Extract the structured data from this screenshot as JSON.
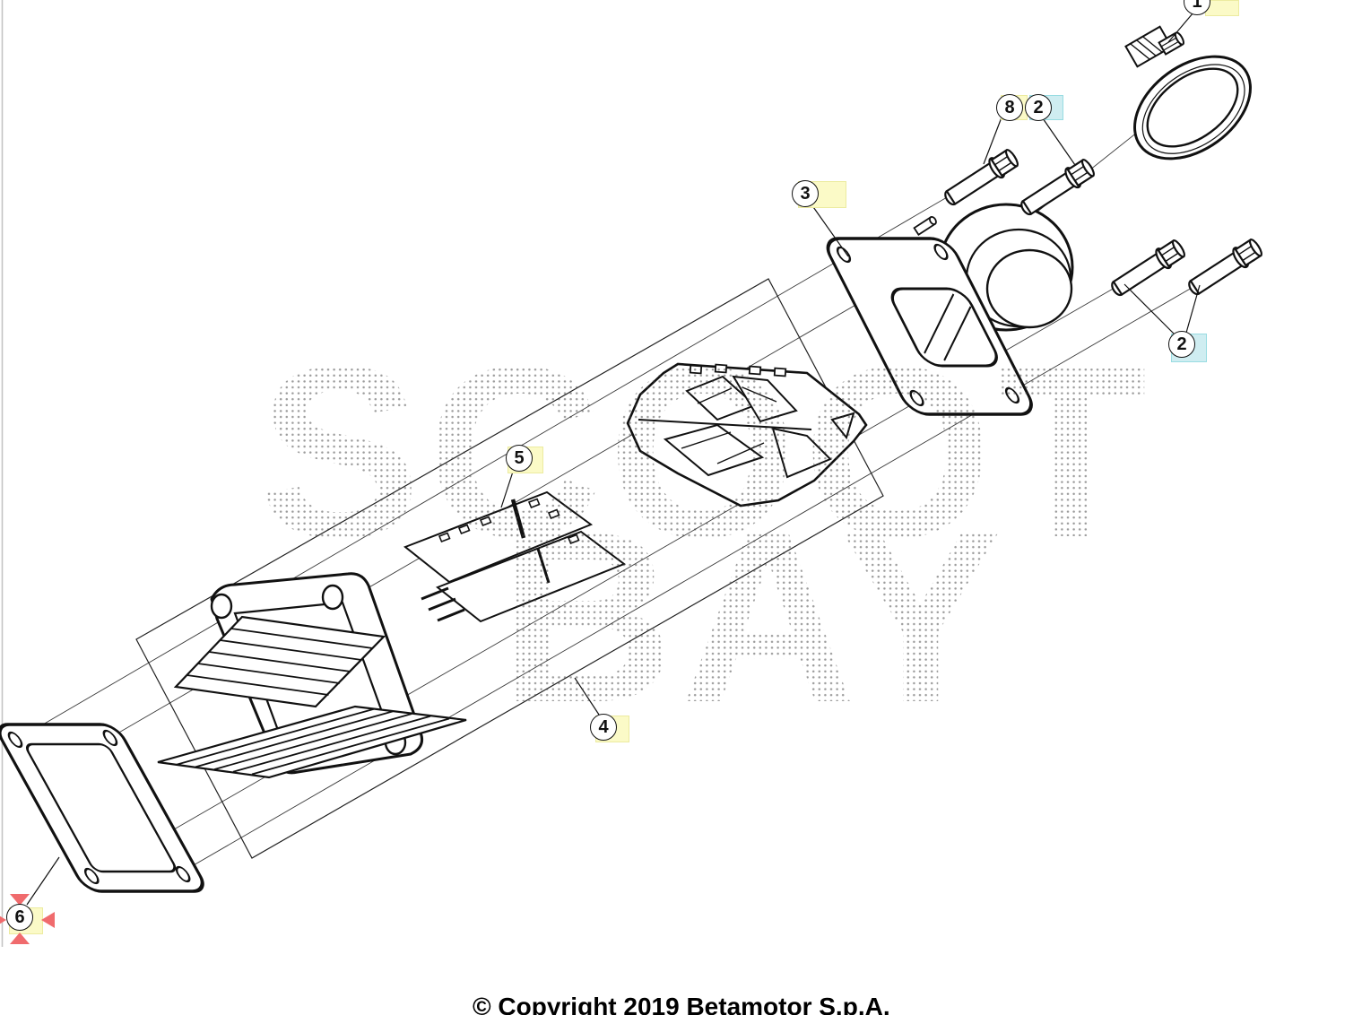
{
  "figure": {
    "copyright": "© Copyright 2019 Betamotor S.p.A.",
    "watermark": {
      "line1": "SCOOT",
      "line2": "BAY"
    }
  },
  "callouts": [
    {
      "num": "1",
      "highlight": "yellow"
    },
    {
      "num": "8",
      "highlight": "yellow"
    },
    {
      "num": "2",
      "highlight": "cyan"
    },
    {
      "num": "3",
      "highlight": "yellow"
    },
    {
      "num": "2",
      "highlight": "cyan"
    },
    {
      "num": "5",
      "highlight": "yellow"
    },
    {
      "num": "4",
      "highlight": "yellow"
    },
    {
      "num": "6",
      "highlight": "yellow"
    }
  ],
  "colors": {
    "highlight_yellow": "#fbfac7",
    "highlight_cyan": "#cfedf1",
    "selection_arrow_red": "#f06b6d",
    "line_art": "#111111",
    "page_border": "#c4c4c4"
  }
}
